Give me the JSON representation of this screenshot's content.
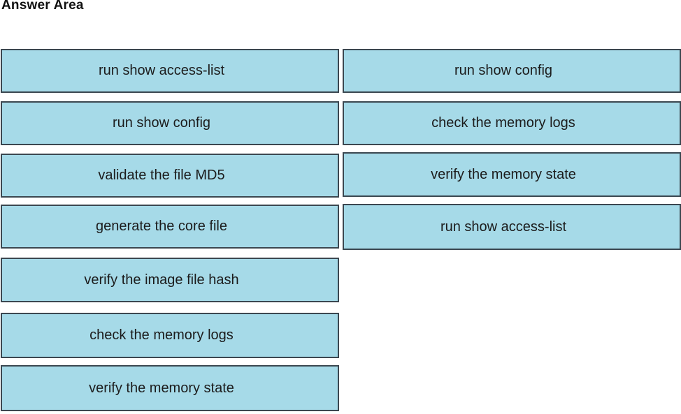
{
  "page": {
    "title": "Answer Area"
  },
  "colors": {
    "background": "#ffffff",
    "box_fill": "#a6dae8",
    "box_border": "#3b4750",
    "text_color": "#1c1c1c"
  },
  "columns": {
    "left": {
      "items": [
        "run show access-list",
        "run show config",
        "validate the file MD5",
        "generate the core file",
        "verify the image file hash",
        "check the memory logs",
        "verify the memory state"
      ]
    },
    "right": {
      "items": [
        "run show config",
        "check the memory logs",
        "verify the memory state",
        "run show access-list"
      ]
    }
  }
}
